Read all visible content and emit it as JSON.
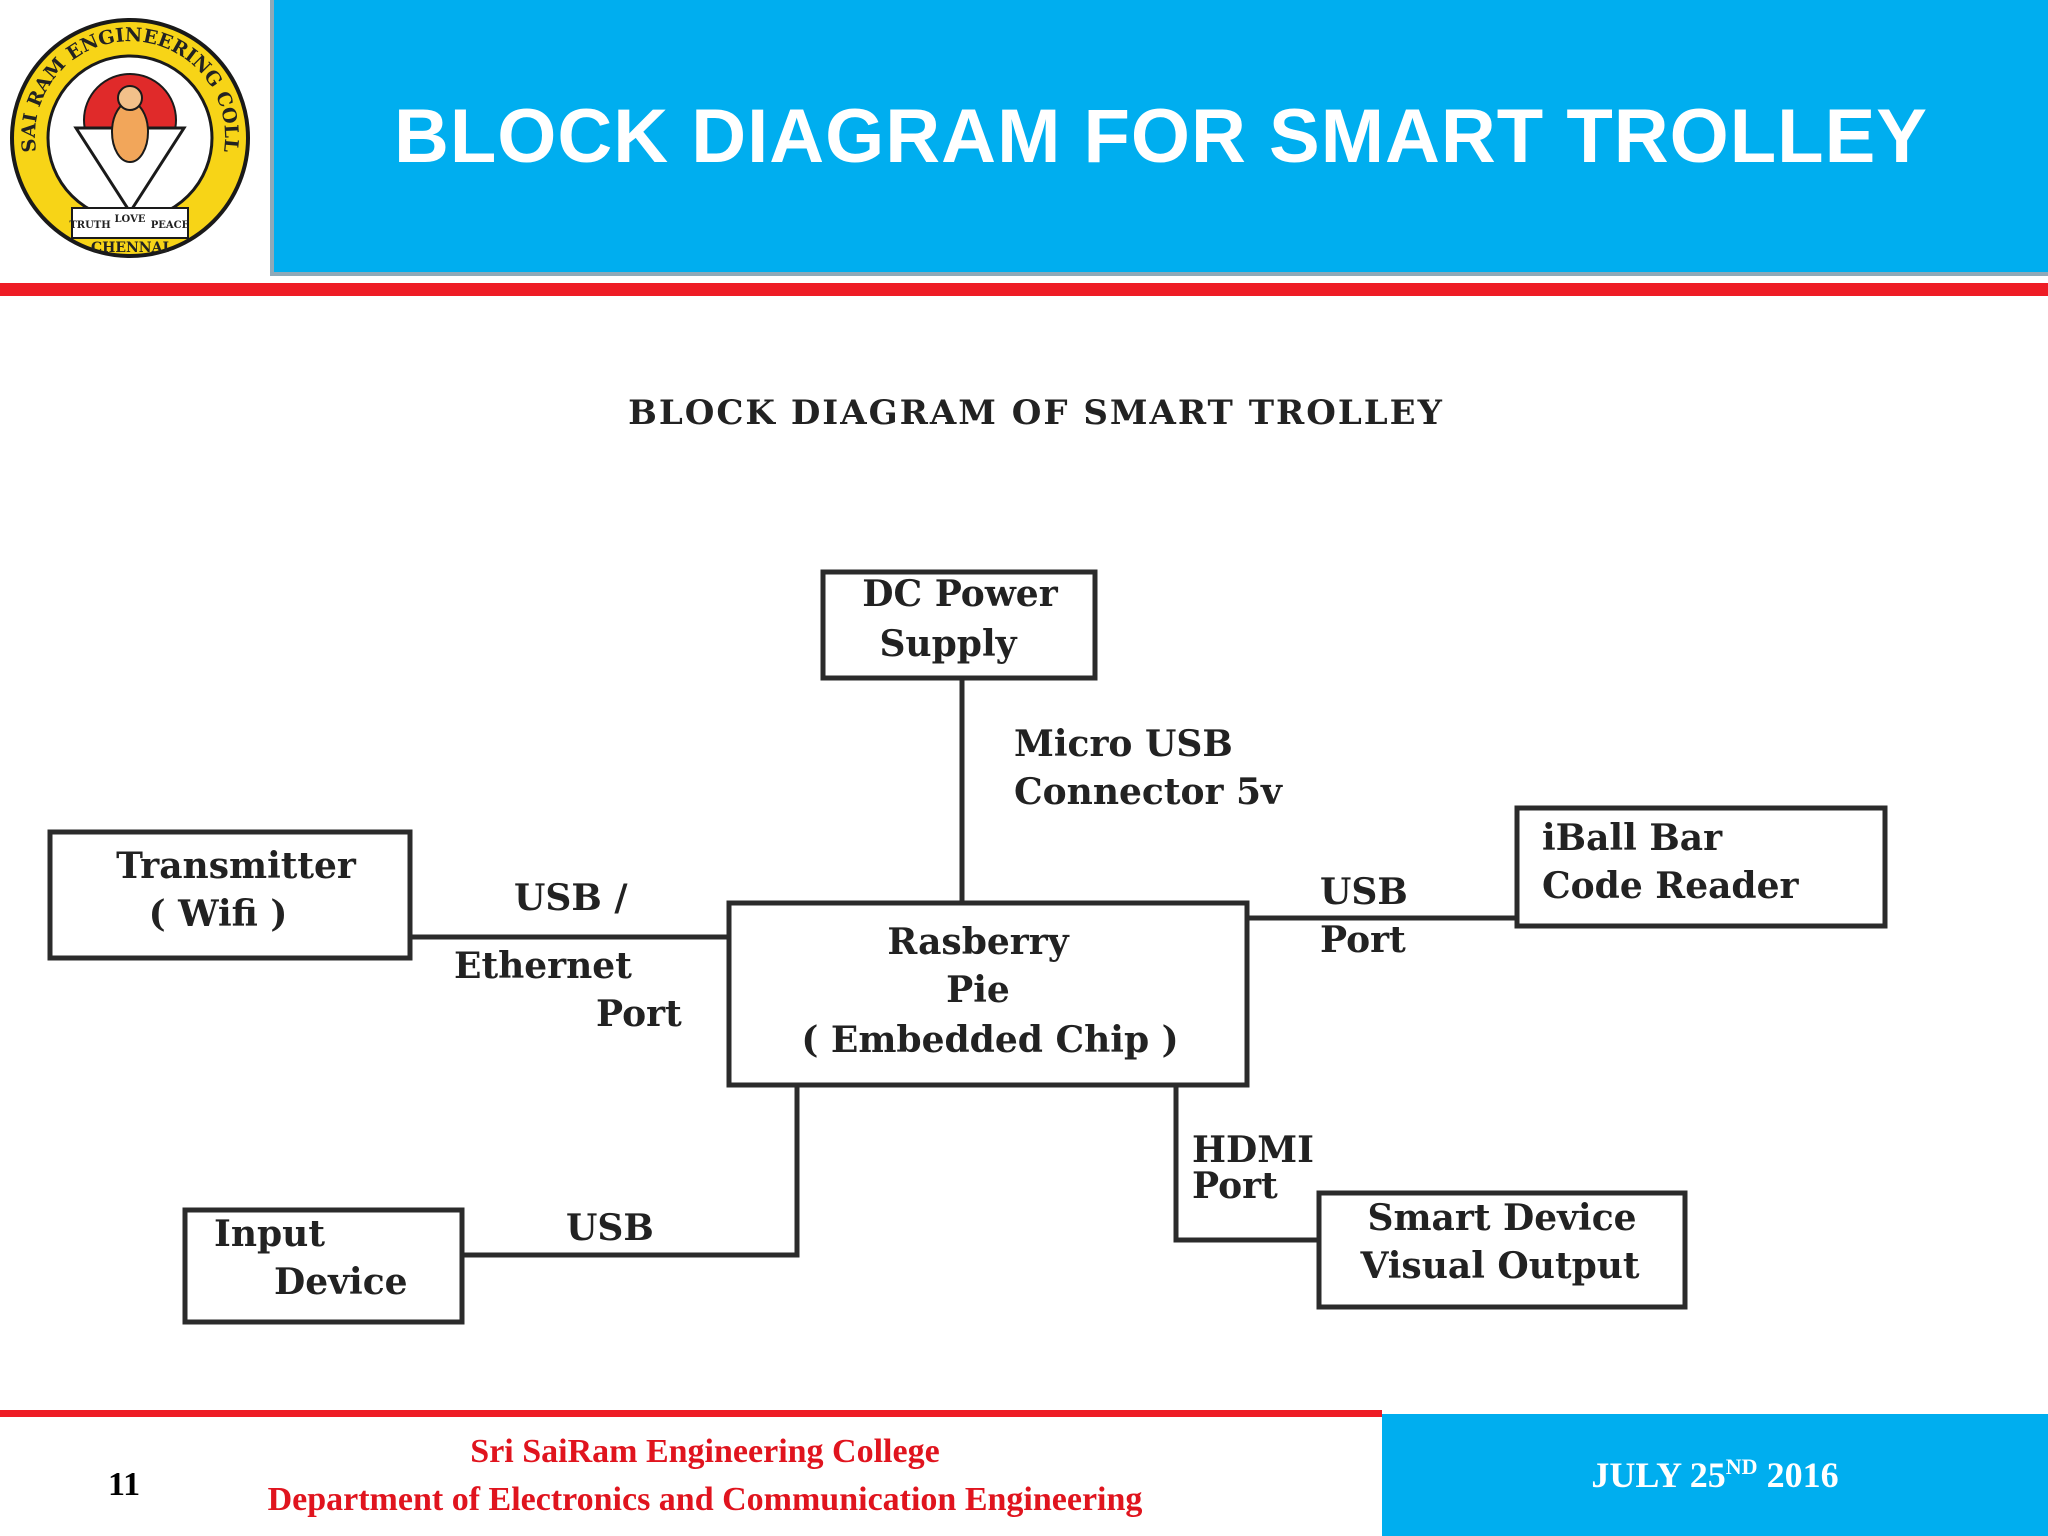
{
  "header": {
    "title": "BLOCK DIAGRAM FOR SMART TROLLEY",
    "logo": {
      "icon": "college-emblem",
      "ring_text": "SRI SAI RAM ENGINEERING COLLEGE",
      "ribbon_words": [
        "TRUTH",
        "LOVE",
        "PEACE"
      ],
      "city": "CHENNAI",
      "colors": {
        "ring": "#f7d417",
        "inner_red": "#e02a2a",
        "outline": "#1a1a1a"
      }
    }
  },
  "diagram": {
    "heading": "BLOCK DIAGRAM OF SMART TROLLEY",
    "blocks": {
      "dc_power": [
        "DC Power",
        "Supply"
      ],
      "transmitter": [
        "Transmitter",
        "( Wifi )"
      ],
      "raspberry": [
        "Rasberry",
        "Pie",
        "( Embedded Chip )"
      ],
      "barcode": [
        "iBall Bar",
        "Code Reader"
      ],
      "input": [
        "Input",
        "Device"
      ],
      "smart_device": [
        "Smart Device",
        "Visual Output"
      ]
    },
    "connections": {
      "power_link": [
        "Micro USB",
        "Connector 5v"
      ],
      "transmitter_link": [
        "USB /",
        "Ethernet",
        "Port"
      ],
      "barcode_link": [
        "USB",
        "Port"
      ],
      "input_link": "USB",
      "smart_device_link": [
        "HDMI",
        "Port"
      ]
    }
  },
  "footer": {
    "page_number": "11",
    "college": "Sri SaiRam Engineering College",
    "department": "Department of Electronics and Communication Engineering",
    "date_prefix": "JULY  25",
    "date_sup": "ND",
    "date_year": " 2016",
    "colors": {
      "blue": "#00aeef",
      "red": "#ee1c25"
    }
  }
}
